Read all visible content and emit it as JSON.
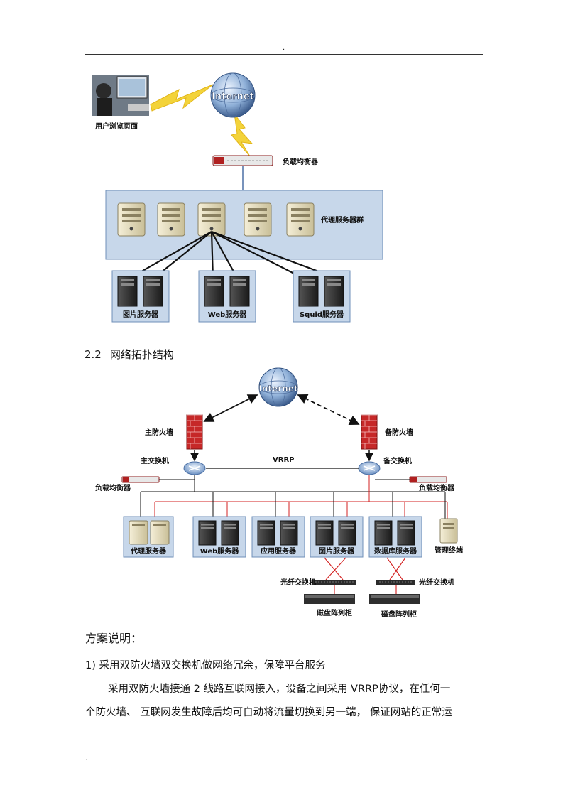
{
  "header_mark": ".",
  "footer_mark": ".",
  "diagram1": {
    "user_label": "用户浏览页面",
    "internet_label": "Internet",
    "lb_label": "负载均衡器",
    "proxy_group_label": "代理服务器群",
    "groups": [
      "图片服务器",
      "Web服务器",
      "Squid服务器"
    ]
  },
  "section": {
    "number": "2.2",
    "title": "网络拓扑结构"
  },
  "diagram2": {
    "internet_label": "Internet",
    "fw_main": "主防火墙",
    "fw_backup": "备防火墙",
    "sw_main": "主交换机",
    "sw_backup": "备交换机",
    "vrrp": "VRRP",
    "lb_left": "负载均衡器",
    "lb_right": "负载均衡器",
    "servers": [
      "代理服务器",
      "Web服务器",
      "应用服务器",
      "图片服务器",
      "数据库服务器"
    ],
    "mgmt": "管理终端",
    "fiber_left": "光纤交换机",
    "fiber_right": "光纤交换机",
    "disk_left": "磁盘阵列柜",
    "disk_right": "磁盘阵列柜"
  },
  "text": {
    "heading": "方案说明：",
    "item1": "1)   采用双防火墙双交换机做网络冗余，保障平台服务",
    "line1": "采用双防火墙接通   2 线路互联网接入，设备之间采用     VRRP协议，在任何一",
    "line2": "个防火墙、 互联网发生故障后均可自动将流量切换到另一端，     保证网站的正常运"
  }
}
